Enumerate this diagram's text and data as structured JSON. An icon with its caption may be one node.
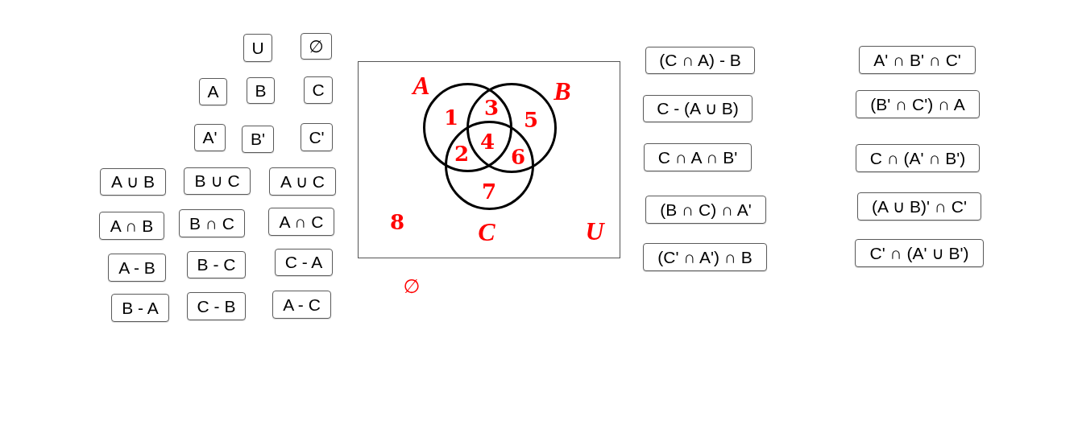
{
  "diagram": {
    "nodes": [
      {
        "text": [
          "U"
        ]
      },
      {
        "text": [
          "∅"
        ]
      },
      {
        "text": [
          "A"
        ]
      },
      {
        "text": [
          "B"
        ]
      },
      {
        "text": [
          "C"
        ]
      },
      {
        "text": [
          "A'"
        ]
      },
      {
        "text": [
          "B'"
        ]
      },
      {
        "text": [
          "C'"
        ]
      },
      {
        "text": [
          "A ∪ B"
        ]
      },
      {
        "text": [
          "B ∪ C"
        ]
      },
      {
        "text": [
          "A ∪ C"
        ]
      },
      {
        "text": [
          "A ∩ B"
        ]
      },
      {
        "text": [
          "B ∩ C"
        ]
      },
      {
        "text": [
          "A ∩ C"
        ]
      },
      {
        "text": [
          "A - B"
        ]
      },
      {
        "text": [
          "B - C"
        ]
      },
      {
        "text": [
          "C - A"
        ]
      },
      {
        "text": [
          "B - A"
        ]
      },
      {
        "text": [
          "C - B"
        ]
      },
      {
        "text": [
          "A - C"
        ]
      },
      {
        "text": [
          "U"
        ]
      },
      {
        "text": [
          "A"
        ],
        "in": 20
      },
      {
        "text": [
          "B"
        ],
        "in": 20
      },
      {
        "text": [
          "C"
        ],
        "in": 20
      },
      {
        "text": [
          "(C ∩ A) - B"
        ]
      },
      {
        "text": [
          "C - (A ∪ B)"
        ]
      },
      {
        "text": [
          "C ∩ A ∩ B'"
        ]
      },
      {
        "text": [
          "(B ∩ C) ∩ A'"
        ]
      },
      {
        "text": [
          "(C' ∩ A') ∩ B"
        ]
      },
      {
        "text": [
          "A' ∩ B' ∩ C'"
        ]
      },
      {
        "text": [
          "(B' ∩ C') ∩ A"
        ]
      },
      {
        "text": [
          "C ∩ (A' ∩ B')"
        ]
      },
      {
        "text": [
          "(A ∪ B)' ∩ C'"
        ]
      },
      {
        "text": [
          "C' ∩ (A' ∪ B')"
        ]
      }
    ],
    "edges": [],
    "labels": [
      "1",
      "3",
      "5",
      "4",
      "2",
      "6",
      "7",
      "8",
      "∅"
    ]
  }
}
